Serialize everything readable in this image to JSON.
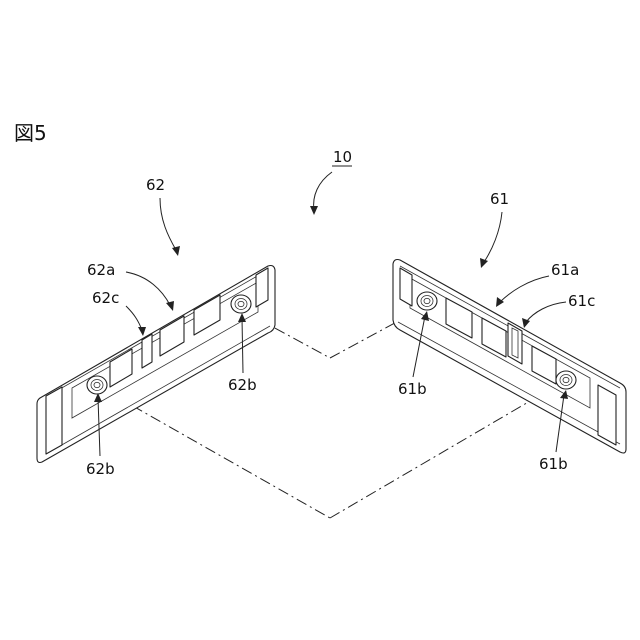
{
  "figure": {
    "title": "図5"
  },
  "labels": {
    "assembly": "10",
    "left_part": "62",
    "left_a": "62a",
    "left_c": "62c",
    "left_b_upper": "62b",
    "left_b_lower": "62b",
    "right_part": "61",
    "right_a": "61a",
    "right_c": "61c",
    "right_b_upper": "61b",
    "right_b_lower": "61b"
  }
}
